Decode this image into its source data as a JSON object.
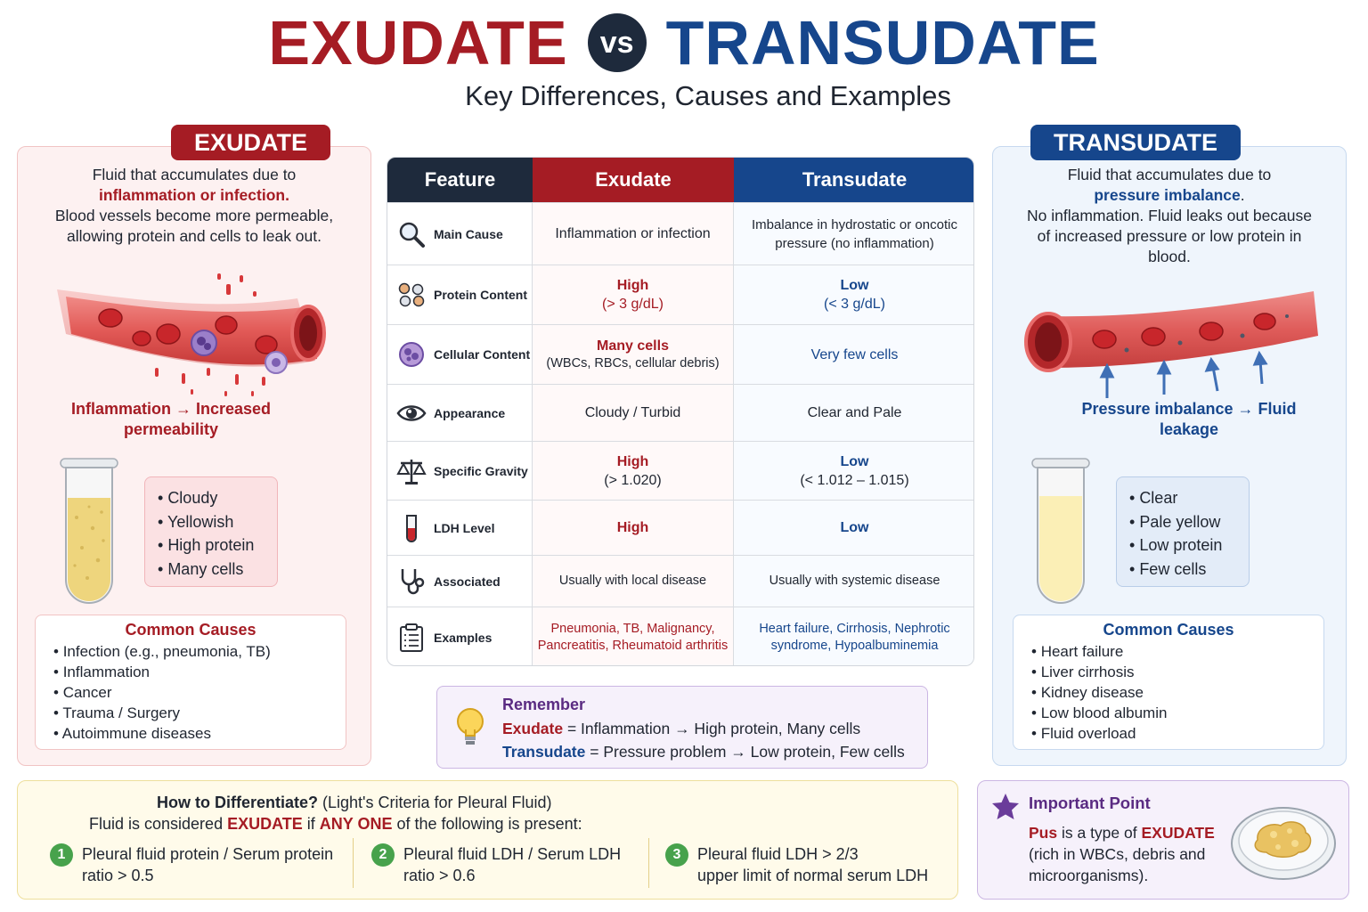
{
  "title": {
    "left": "EXUDATE",
    "vs": "vs",
    "right": "TRANSUDATE"
  },
  "subtitle": "Key Differences, Causes and Examples",
  "exudate_panel": {
    "tag": "EXUDATE",
    "desc_line1": "Fluid that accumulates due to",
    "desc_highlight": "inflammation or infection.",
    "desc_rest": "Blood vessels become more permeable, allowing protein and cells to leak out.",
    "caption": "Inflammation → Increased permeability",
    "properties": [
      "Cloudy",
      "Yellowish",
      "High protein",
      "Many cells"
    ],
    "causes_title": "Common Causes",
    "causes": [
      "Infection (e.g., pneumonia, TB)",
      "Inflammation",
      "Cancer",
      "Trauma / Surgery",
      "Autoimmune diseases"
    ]
  },
  "transudate_panel": {
    "tag": "TRANSUDATE",
    "desc_line1": "Fluid that accumulates due to",
    "desc_highlight": "pressure imbalance",
    "desc_tail": ".",
    "desc_rest": "No inflammation. Fluid leaks out because of increased pressure or low protein in blood.",
    "caption": "Pressure imbalance → Fluid leakage",
    "properties": [
      "Clear",
      "Pale yellow",
      "Low protein",
      "Few cells"
    ],
    "causes_title": "Common Causes",
    "causes": [
      "Heart failure",
      "Liver cirrhosis",
      "Kidney disease",
      "Low blood albumin",
      "Fluid overload"
    ]
  },
  "table": {
    "headers": {
      "feature": "Feature",
      "exudate": "Exudate",
      "transudate": "Transudate"
    },
    "rows": [
      {
        "icon": "magnifier-icon",
        "feature": "Main Cause",
        "ex_main": "Inflammation or infection",
        "ex_sub": "",
        "tr_main": "Imbalance in hydrostatic or oncotic pressure (no inflammation)",
        "tr_sub": ""
      },
      {
        "icon": "protein-dots-icon",
        "feature": "Protein Content",
        "ex_main": "High",
        "ex_sub": "(> 3 g/dL)",
        "tr_main": "Low",
        "tr_sub": "(< 3 g/dL)"
      },
      {
        "icon": "cell-icon",
        "feature": "Cellular Content",
        "ex_main": "Many cells",
        "ex_sub": "(WBCs, RBCs, cellular debris)",
        "tr_main": "Very few cells",
        "tr_sub": ""
      },
      {
        "icon": "eye-icon",
        "feature": "Appearance",
        "ex_main": "Cloudy / Turbid",
        "ex_sub": "",
        "tr_main": "Clear and Pale",
        "tr_sub": ""
      },
      {
        "icon": "scale-icon",
        "feature": "Specific Gravity",
        "ex_main": "High",
        "ex_sub": "(> 1.020)",
        "tr_main": "Low",
        "tr_sub": "(< 1.012 – 1.015)"
      },
      {
        "icon": "test-tube-icon",
        "feature": "LDH Level",
        "ex_main": "High",
        "ex_sub": "",
        "tr_main": "Low",
        "tr_sub": ""
      },
      {
        "icon": "stethoscope-icon",
        "feature": "Associated",
        "ex_main": "Usually with local disease",
        "ex_sub": "",
        "tr_main": "Usually with systemic disease",
        "tr_sub": ""
      },
      {
        "icon": "clipboard-icon",
        "feature": "Examples",
        "ex_main": "Pneumonia, TB, Malignancy, Pancreatitis, Rheumatoid arthritis",
        "ex_sub": "",
        "tr_main": "Heart failure, Cirrhosis, Nephrotic syndrome, Hypoalbuminemia",
        "tr_sub": ""
      }
    ]
  },
  "remember": {
    "title": "Remember",
    "line1_key": "Exudate",
    "line1_rest": " = Inflammation → High protein, Many cells",
    "line2_key": "Transudate",
    "line2_rest": " = Pressure problem → Low protein, Few cells"
  },
  "howto": {
    "title": "How to Differentiate?",
    "title_note": " (Light's Criteria for Pleural Fluid)",
    "line_pre": "Fluid is considered ",
    "line_key1": "EXUDATE",
    "line_mid": " if ",
    "line_key2": "ANY ONE",
    "line_post": " of the following is present:",
    "criteria": [
      {
        "num": "1",
        "line1": "Pleural fluid protein / Serum protein",
        "line2": "ratio > 0.5"
      },
      {
        "num": "2",
        "line1": "Pleural fluid LDH / Serum LDH",
        "line2": "ratio > 0.6"
      },
      {
        "num": "3",
        "line1": "Pleural fluid LDH > 2/3",
        "line2": "upper limit of normal serum LDH"
      }
    ]
  },
  "important": {
    "title": "Important Point",
    "pre_key": "Pus",
    "mid": " is a type of ",
    "key": "EXUDATE",
    "rest": "(rich in WBCs, debris and microorganisms)."
  },
  "colors": {
    "exudate": "#a51c24",
    "transudate": "#16468c",
    "feature_header": "#1e2a3c",
    "accent_purple": "#5a2b82",
    "criteria_green": "#47a24c"
  }
}
